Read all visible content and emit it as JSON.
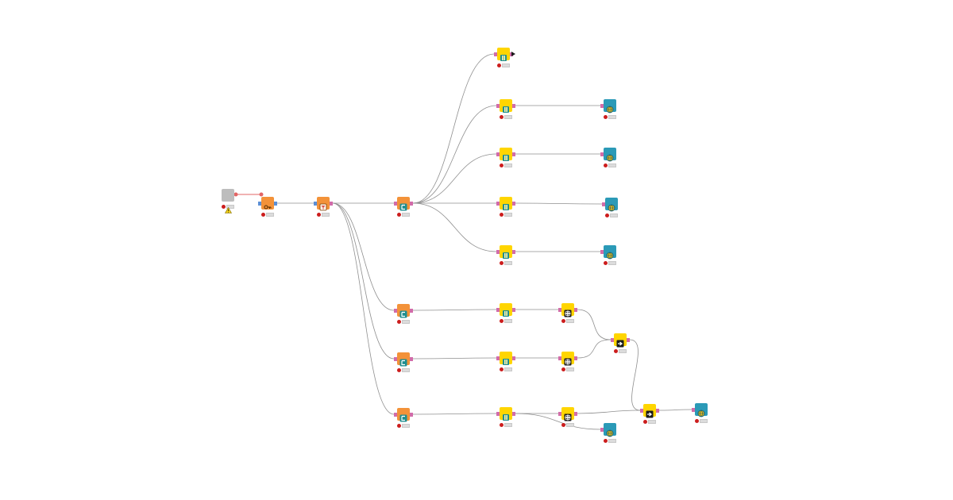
{
  "colors": {
    "reader": "#bdbdbd",
    "manipulator": "#f39239",
    "learner": "#ffd500",
    "predictor_view": "#2b9ab7",
    "wire": "#8f8f8f",
    "flow_wire": "#e26464",
    "port_data": "#d26ca9",
    "port_flow": "#5b8fd6",
    "status_error": "#cc1d1d",
    "warning": "#f3d21a"
  },
  "nodes": [
    {
      "id": "n1",
      "type": "reader",
      "icon": "file-reader-icon",
      "warning": true
    },
    {
      "id": "n2",
      "type": "manipulator",
      "icon": "key-icon"
    },
    {
      "id": "n3",
      "type": "manipulator",
      "icon": "filter-icon"
    },
    {
      "id": "n4",
      "type": "manipulator",
      "icon": "partition-icon"
    },
    {
      "id": "n5",
      "type": "learner",
      "icon": "learner-icon"
    },
    {
      "id": "n6",
      "type": "learner",
      "icon": "learner-icon"
    },
    {
      "id": "n7",
      "type": "learner",
      "icon": "learner-icon"
    },
    {
      "id": "n8",
      "type": "learner",
      "icon": "learner-icon"
    },
    {
      "id": "n9",
      "type": "learner",
      "icon": "learner-icon"
    },
    {
      "id": "n10",
      "type": "predictor_view",
      "icon": "globe-view-icon"
    },
    {
      "id": "n11",
      "type": "predictor_view",
      "icon": "globe-view-icon"
    },
    {
      "id": "n12",
      "type": "predictor_view",
      "icon": "globe-view-icon"
    },
    {
      "id": "n13",
      "type": "predictor_view",
      "icon": "globe-view-icon"
    },
    {
      "id": "n14",
      "type": "manipulator",
      "icon": "partition-icon"
    },
    {
      "id": "n15",
      "type": "manipulator",
      "icon": "partition-icon"
    },
    {
      "id": "n16",
      "type": "manipulator",
      "icon": "partition-icon"
    },
    {
      "id": "n17",
      "type": "learner",
      "icon": "learner-icon"
    },
    {
      "id": "n18",
      "type": "learner",
      "icon": "learner-icon"
    },
    {
      "id": "n19",
      "type": "learner",
      "icon": "learner-icon"
    },
    {
      "id": "n20",
      "type": "learner",
      "icon": "predictor-icon"
    },
    {
      "id": "n21",
      "type": "learner",
      "icon": "predictor-icon"
    },
    {
      "id": "n22",
      "type": "learner",
      "icon": "predictor-icon"
    },
    {
      "id": "n23",
      "type": "learner",
      "icon": "joiner-icon"
    },
    {
      "id": "n24",
      "type": "learner",
      "icon": "joiner-icon"
    },
    {
      "id": "n25",
      "type": "predictor_view",
      "icon": "globe-view-icon"
    },
    {
      "id": "n26",
      "type": "predictor_view",
      "icon": "globe-view-icon"
    }
  ],
  "edges": [
    {
      "from": "n1",
      "to": "n2",
      "kind": "flow"
    },
    {
      "from": "n2",
      "to": "n3",
      "kind": "data"
    },
    {
      "from": "n3",
      "to": "n4",
      "kind": "data"
    },
    {
      "from": "n3",
      "to": "n14",
      "kind": "data"
    },
    {
      "from": "n3",
      "to": "n15",
      "kind": "data"
    },
    {
      "from": "n3",
      "to": "n16",
      "kind": "data"
    },
    {
      "from": "n4",
      "to": "n5",
      "kind": "data"
    },
    {
      "from": "n4",
      "to": "n6",
      "kind": "data"
    },
    {
      "from": "n4",
      "to": "n7",
      "kind": "data"
    },
    {
      "from": "n4",
      "to": "n8",
      "kind": "data"
    },
    {
      "from": "n4",
      "to": "n9",
      "kind": "data"
    },
    {
      "from": "n6",
      "to": "n10",
      "kind": "data"
    },
    {
      "from": "n7",
      "to": "n11",
      "kind": "data"
    },
    {
      "from": "n8",
      "to": "n12",
      "kind": "data"
    },
    {
      "from": "n9",
      "to": "n13",
      "kind": "data"
    },
    {
      "from": "n14",
      "to": "n17",
      "kind": "data"
    },
    {
      "from": "n15",
      "to": "n18",
      "kind": "data"
    },
    {
      "from": "n16",
      "to": "n19",
      "kind": "data"
    },
    {
      "from": "n17",
      "to": "n20",
      "kind": "data"
    },
    {
      "from": "n18",
      "to": "n21",
      "kind": "data"
    },
    {
      "from": "n19",
      "to": "n22",
      "kind": "data"
    },
    {
      "from": "n19",
      "to": "n26",
      "kind": "data"
    },
    {
      "from": "n20",
      "to": "n23",
      "kind": "data"
    },
    {
      "from": "n21",
      "to": "n23",
      "kind": "data"
    },
    {
      "from": "n23",
      "to": "n24",
      "kind": "data"
    },
    {
      "from": "n22",
      "to": "n24",
      "kind": "data"
    },
    {
      "from": "n24",
      "to": "n25",
      "kind": "data"
    }
  ]
}
